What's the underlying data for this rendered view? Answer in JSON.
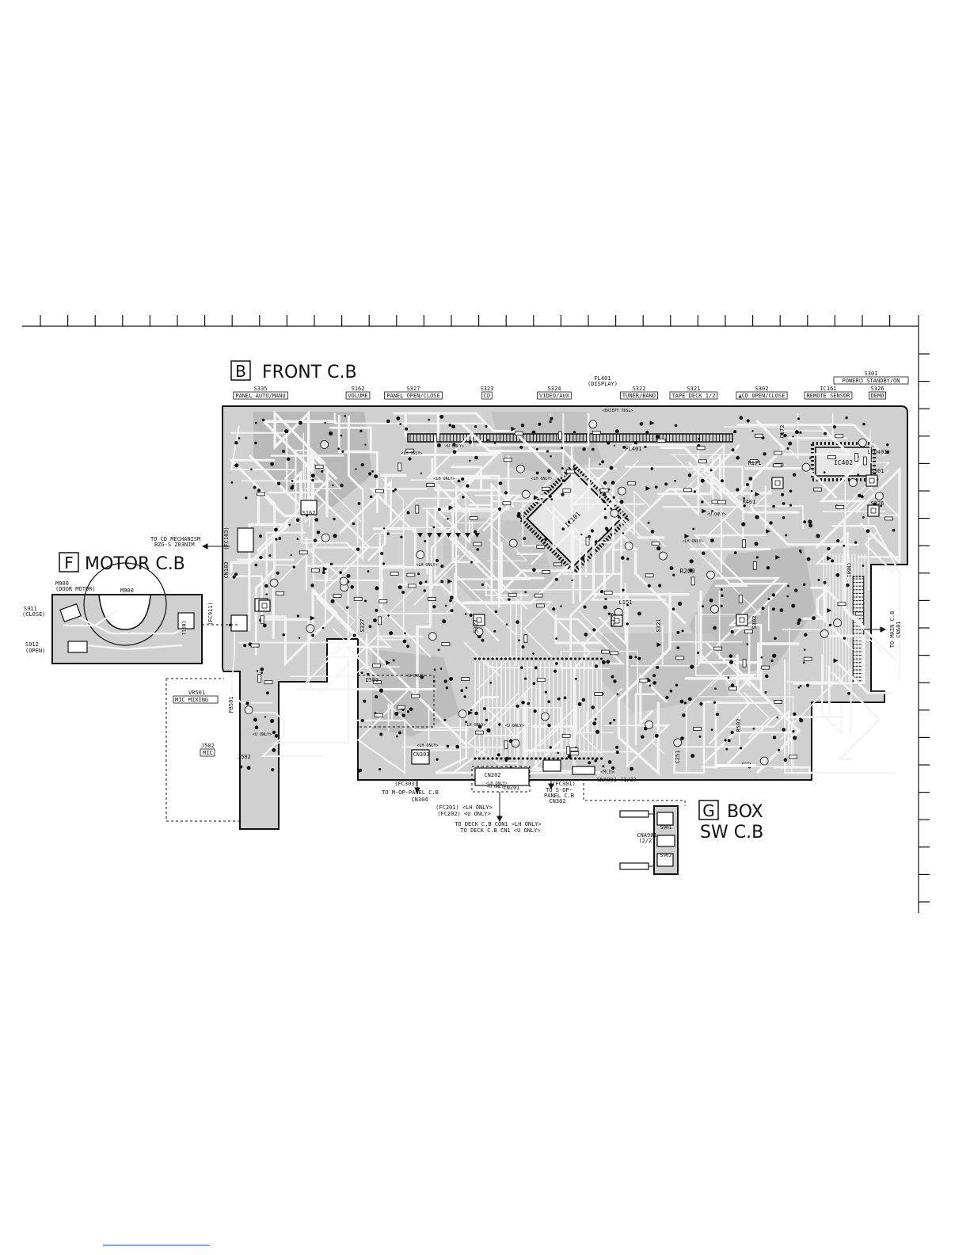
{
  "boards": {
    "front": {
      "letter": "B",
      "title": "FRONT C.B"
    },
    "motor": {
      "letter": "F",
      "title": "MOTOR C.B"
    },
    "box": {
      "letter": "G",
      "title": "BOX",
      "subtitle": "SW C.B"
    }
  },
  "switch_labels": [
    {
      "ref": "S335",
      "label": "PANEL AUTO/MANU"
    },
    {
      "ref": "S162",
      "label": "VOLUME"
    },
    {
      "ref": "S327",
      "label": "PANEL OPEN/CLOSE"
    },
    {
      "ref": "S323",
      "label": "CD"
    },
    {
      "ref": "S324",
      "label": "VIDEO/AUX"
    },
    {
      "ref": "S322",
      "label": "TUNER/BAND"
    },
    {
      "ref": "S321",
      "label": "TAPE DECK 1/2"
    },
    {
      "ref": "S302",
      "label": "▲CD OPEN/CLOSE"
    },
    {
      "ref": "IC161",
      "label": "REMOTE SENSOR"
    },
    {
      "ref": "S326",
      "label": "DEMO"
    }
  ],
  "display": {
    "ref": "FL401",
    "desc": "(DISPLAY)"
  },
  "power_switch": {
    "ref": "S301",
    "label": "POWER⏻ STANDBY/ON"
  },
  "connections": {
    "cd_mech": {
      "line1": "TO CD MECHANISM",
      "line2": "BZG-S Z03NIM",
      "fc": "(FC103)",
      "cn": "CN103"
    },
    "main_cb": {
      "line1": "TO MAIN C.B",
      "line2": "CN601"
    },
    "m_op": {
      "fc": "(FC303)",
      "line1": "TO M-OP-PANEL C.B",
      "line2": "CN304"
    },
    "deck": {
      "fc1": "(FC201) <LH ONLY>",
      "fc2": "(FC202) <U ONLY>",
      "line1": "TO DECK C.B CON1 <LH ONLY>",
      "line2": "TO DECK C.B CN1 <U ONLY>"
    },
    "s_op": {
      "fc": "(FC301)",
      "line1": "TO S-OP-",
      "line2": "PANEL C.B",
      "line3": "CN302"
    },
    "motor_fc": "(FC911)"
  },
  "motor_parts": {
    "m900": "M900",
    "m900_desc": "(DOOR MOTOR)",
    "m900_inner": "M900",
    "s911": "S911",
    "s911_desc": "(CLOSE)",
    "s912": "S912",
    "s912_desc": "(OPEN)",
    "cn911": "CN911"
  },
  "mic_parts": {
    "vr501": "VR501",
    "vr501_desc": "MIC MIXING",
    "j502": "J502",
    "j502_desc": "MIC",
    "j502_inner": "J502",
    "fb501": "FB501"
  },
  "box_parts": {
    "s901": "S901",
    "cna901": "CNA901",
    "cna901_desc": "(2/2)",
    "s902": "S902"
  },
  "board_refs": {
    "ic101": "IC101",
    "ic402": "IC402",
    "fl401": "FL401",
    "led401": "LED401",
    "s301": "S301",
    "s326": "S326",
    "r200": "R200",
    "l151": "L151",
    "s322": "S322",
    "s321": "S321",
    "s302": "S302",
    "s323": "S323",
    "s327": "S327",
    "s162": "S162",
    "cn303": "CN303",
    "cn202": "CN202",
    "cn201": "CN201",
    "cna901_12": "CNA901 (1/2)",
    "cn601": "CN601",
    "r461": "R461",
    "r171": "R171",
    "c251": "C251",
    "d503": "D503",
    "r502": "R502",
    "c172": "C172",
    "except_tag": "<EXCEPT 7DSL>",
    "lh_only": "<LH ONLY>",
    "u_only": "<U ONLY>",
    "mld": "<MLD>"
  }
}
